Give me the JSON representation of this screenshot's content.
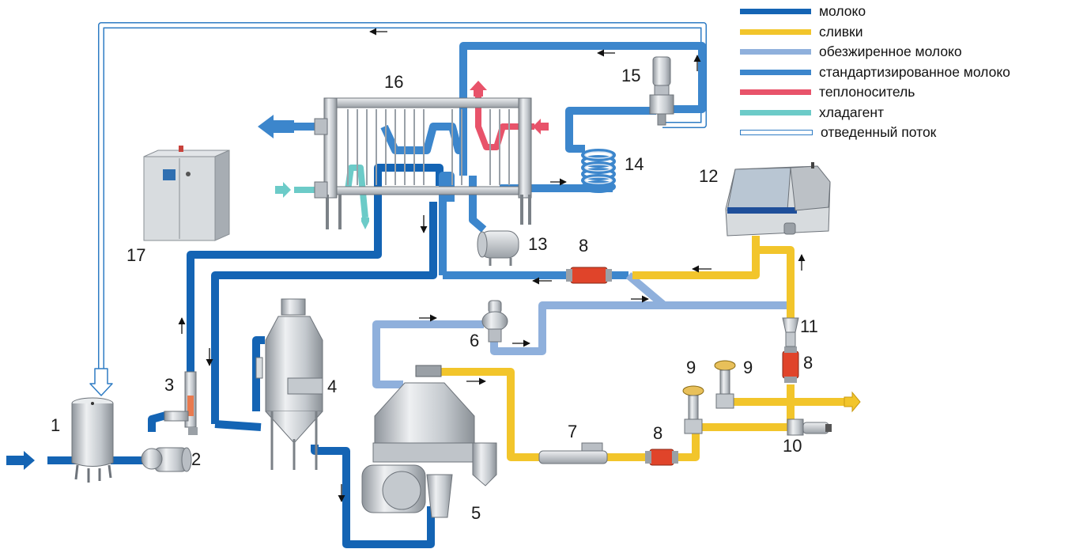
{
  "legend": [
    {
      "label": "молоко",
      "color": "#1464b4"
    },
    {
      "label": "сливки",
      "color": "#f2c52b"
    },
    {
      "label": "обезжиренное молоко",
      "color": "#8fb0dc"
    },
    {
      "label": "стандартизированное молоко",
      "color": "#3c86cc"
    },
    {
      "label": "теплоноситель",
      "color": "#e8536a"
    },
    {
      "label": "хладагент",
      "color": "#6ccbc8"
    },
    {
      "label": "отведенный поток",
      "color": "#2f7cc4"
    }
  ],
  "components": {
    "c1": "1",
    "c2": "2",
    "c3": "3",
    "c4": "4",
    "c5": "5",
    "c6": "6",
    "c7": "7",
    "c8a": "8",
    "c8b": "8",
    "c8c": "8",
    "c9a": "9",
    "c9b": "9",
    "c10": "10",
    "c11": "11",
    "c12": "12",
    "c13": "13",
    "c14": "14",
    "c15": "15",
    "c16": "16",
    "c17": "17"
  },
  "colors": {
    "milk": "#1464b4",
    "cream": "#f2c52b",
    "skim": "#8fb0dc",
    "std": "#3c86cc",
    "heat": "#e8536a",
    "cool": "#6ccbc8",
    "divert": "#2f7cc4",
    "steel": "#c9cdd2",
    "meter": "#e0442a"
  }
}
